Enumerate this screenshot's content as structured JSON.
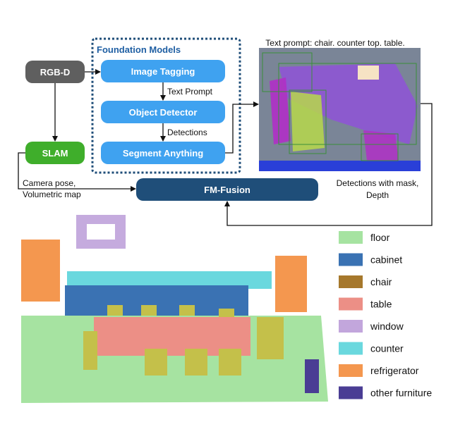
{
  "colors": {
    "gray_node": "#5f5f5f",
    "light_blue_node": "#3fa2f0",
    "green_node": "#3fae2b",
    "dark_blue_node": "#1f4e79",
    "group_border": "#1f4e79",
    "group_title": "#1f5fa3",
    "floor": "#a6e3a1",
    "cabinet": "#3a72b3",
    "chair": "#a6782c",
    "table": "#ec8f86",
    "window": "#c2a6dc",
    "counter": "#6ad8de",
    "refrigerator": "#f4974f",
    "other_furniture": "#4a3d94",
    "chair_scene": "#c4c04a",
    "room_photo_bg": "#7a8597",
    "table_photo": "#8e55d4"
  },
  "nodes": {
    "rgbd": "RGB-D",
    "slam": "SLAM",
    "image_tagging": "Image Tagging",
    "object_detector": "Object Detector",
    "segment_anything": "Segment Anything",
    "fm_fusion": "FM-Fusion"
  },
  "group": {
    "title": "Foundation Models"
  },
  "edges": {
    "text_prompt": "Text Prompt",
    "detections": "Detections",
    "camera_pose_line1": "Camera pose,",
    "camera_pose_line2": "Volumetric map",
    "det_mask_line1": "Detections with mask,",
    "det_mask_line2": "Depth"
  },
  "image_caption": "Text prompt: chair. counter top. table.",
  "legend": [
    {
      "label": "floor",
      "color": "#a6e3a1"
    },
    {
      "label": "cabinet",
      "color": "#3a72b3"
    },
    {
      "label": "chair",
      "color": "#a6782c"
    },
    {
      "label": "table",
      "color": "#ec8f86"
    },
    {
      "label": "window",
      "color": "#c2a6dc"
    },
    {
      "label": "counter",
      "color": "#6ad8de"
    },
    {
      "label": "refrigerator",
      "color": "#f4974f"
    },
    {
      "label": "other furniture",
      "color": "#4a3d94"
    }
  ]
}
